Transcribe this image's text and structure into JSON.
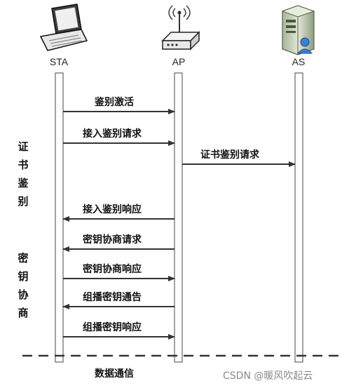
{
  "entities": {
    "sta": "STA",
    "ap": "AP",
    "as": "AS"
  },
  "phases": {
    "cert": "证书鉴别",
    "key": "密钥协商"
  },
  "messages": [
    {
      "label": "鉴别激活",
      "from": "sta",
      "to": "ap"
    },
    {
      "label": "接入鉴别请求",
      "from": "sta",
      "to": "ap"
    },
    {
      "label": "证书鉴别请求",
      "from": "ap",
      "to": "as"
    },
    {
      "label": "接入鉴别响应",
      "from": "ap",
      "to": "sta"
    },
    {
      "label": "密钥协商请求",
      "from": "ap",
      "to": "sta"
    },
    {
      "label": "密钥协商响应",
      "from": "sta",
      "to": "ap"
    },
    {
      "label": "组播密钥通告",
      "from": "ap",
      "to": "sta"
    },
    {
      "label": "组播密钥响应",
      "from": "sta",
      "to": "ap"
    }
  ],
  "footer": {
    "data_comm": "数据通信",
    "watermark": "CSDN @暖风吹起云"
  },
  "icons": [
    "laptop-icon",
    "router-icon",
    "server-icon"
  ]
}
